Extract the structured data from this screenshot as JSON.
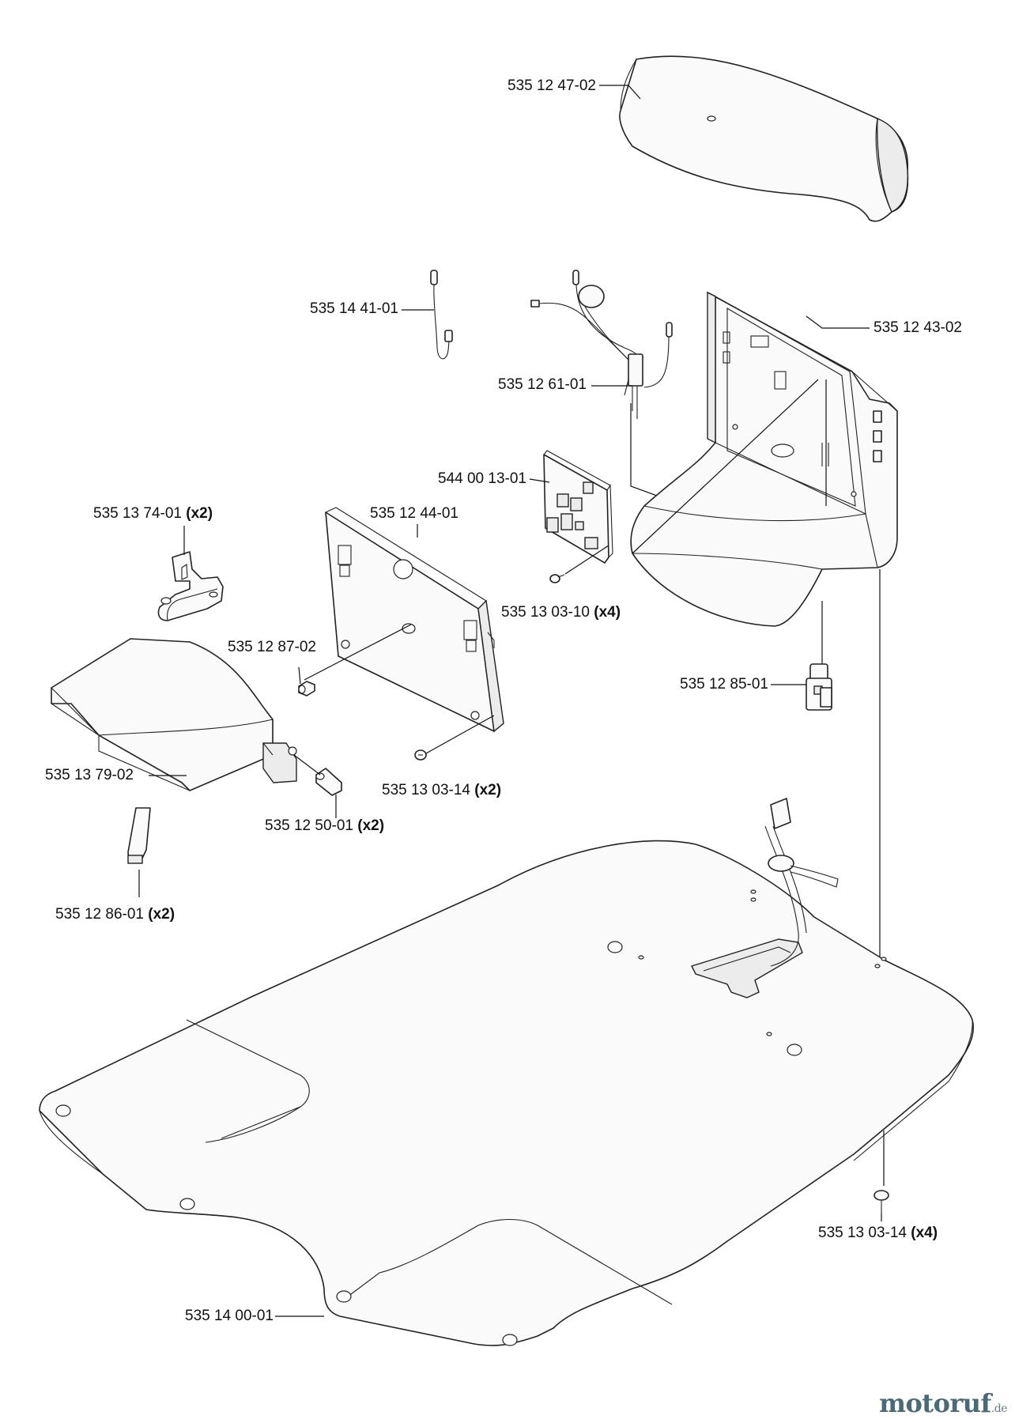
{
  "callouts": [
    {
      "id": "top-cover",
      "number": "535 12 47-02",
      "qty": ""
    },
    {
      "id": "sensor-wire",
      "number": "535 14 41-01",
      "qty": ""
    },
    {
      "id": "housing",
      "number": "535 12 43-02",
      "qty": ""
    },
    {
      "id": "cable-harness",
      "number": "535 12 61-01",
      "qty": ""
    },
    {
      "id": "circuit-board",
      "number": "544 00 13-01",
      "qty": ""
    },
    {
      "id": "clip",
      "number": "535 13 74-01",
      "qty": "(x2)"
    },
    {
      "id": "panel",
      "number": "535 12 44-01",
      "qty": ""
    },
    {
      "id": "board-screw",
      "number": "535 13 03-10",
      "qty": "(x4)"
    },
    {
      "id": "pin",
      "number": "535 12 87-02",
      "qty": ""
    },
    {
      "id": "connector",
      "number": "535 12 85-01",
      "qty": ""
    },
    {
      "id": "front-cover",
      "number": "535 13 79-02",
      "qty": ""
    },
    {
      "id": "panel-screw",
      "number": "535 13 03-14",
      "qty": "(x2)"
    },
    {
      "id": "spacer",
      "number": "535 12 50-01",
      "qty": "(x2)"
    },
    {
      "id": "contact-strip",
      "number": "535 12 86-01",
      "qty": "(x2)"
    },
    {
      "id": "base-screw",
      "number": "535 13 03-14",
      "qty": "(x4)"
    },
    {
      "id": "base-plate",
      "number": "535 14 00-01",
      "qty": ""
    }
  ],
  "watermark": {
    "main": "motoruf",
    "suffix": ".de"
  },
  "colors": {
    "line": "#222222",
    "watermark_dark": "#4a6a78",
    "watermark_accent": "#e06a1e"
  }
}
